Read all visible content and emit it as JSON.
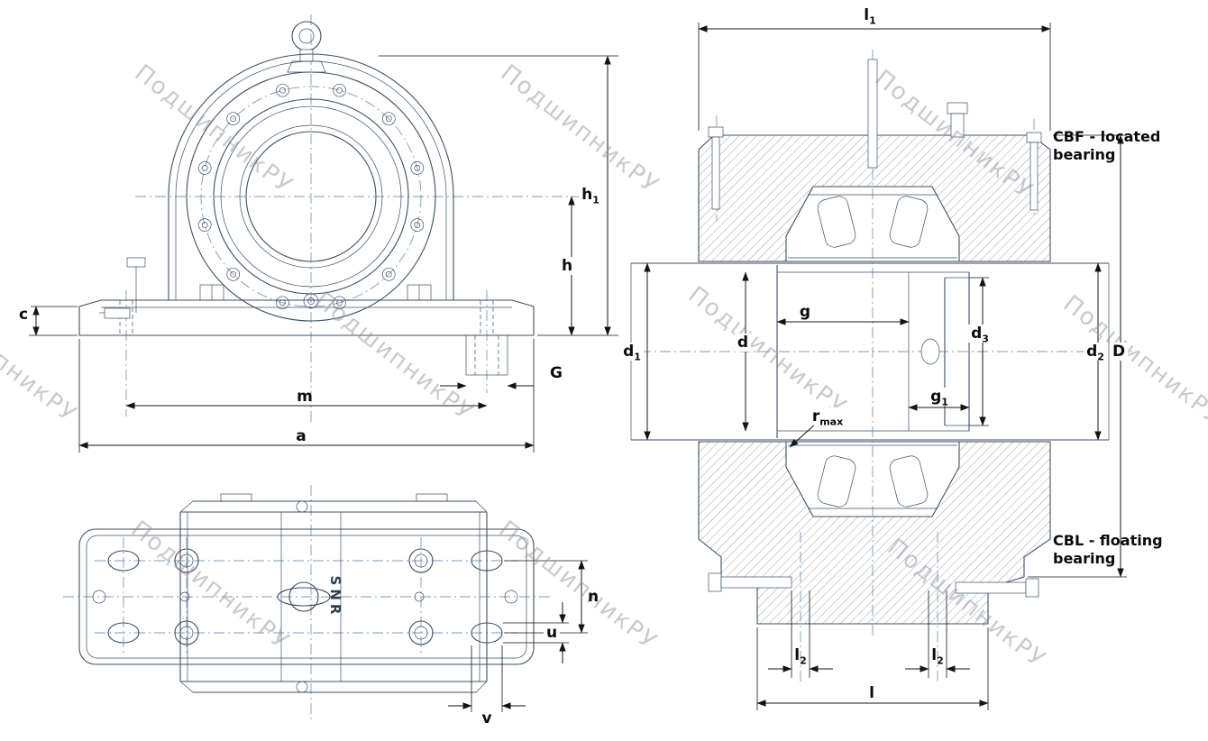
{
  "watermark": {
    "text": "ПодшипникРУ"
  },
  "brand": {
    "name": "SNR"
  },
  "views": {
    "front": {
      "dims": {
        "h1": {
          "base": "h",
          "sub": "1"
        },
        "h": "h",
        "c": "c",
        "G": "G",
        "m": "m",
        "a": "a"
      }
    },
    "plan": {
      "dims": {
        "n": "n",
        "u": "u",
        "v": "v"
      }
    },
    "section": {
      "dims": {
        "l1": {
          "base": "l",
          "sub": "1"
        },
        "d1": {
          "base": "d",
          "sub": "1"
        },
        "d": "d",
        "g": "g",
        "g1": {
          "base": "g",
          "sub": "1"
        },
        "d3": {
          "base": "d",
          "sub": "3"
        },
        "d2": {
          "base": "d",
          "sub": "2"
        },
        "D": "D",
        "rmax": {
          "base": "r",
          "sub": "max"
        },
        "l2_left": {
          "base": "l",
          "sub": "2"
        },
        "l2_right": {
          "base": "l",
          "sub": "2"
        },
        "l": "l"
      },
      "notes": {
        "cbf": {
          "line1": "CBF - located",
          "line2": "bearing"
        },
        "cbl": {
          "line1": "CBL - floating",
          "line2": "bearing"
        }
      }
    }
  }
}
